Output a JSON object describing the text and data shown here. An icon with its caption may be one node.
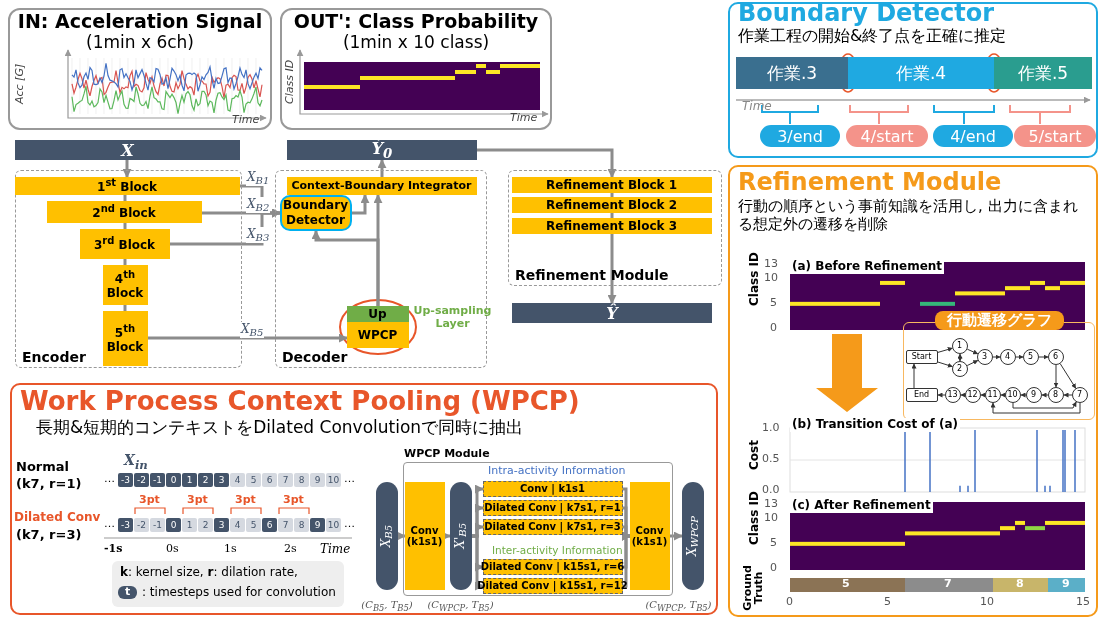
{
  "diagram": {
    "nodes": [
      {
        "text": [
          "IN: Acceleration Signal",
          "(1min x 6ch)"
        ]
      },
      {
        "text": [
          "OUT': Class Probability",
          "(1min x 10 class)"
        ]
      },
      {
        "text": [
          "X"
        ]
      },
      {
        "text": [
          "Encoder"
        ]
      },
      {
        "text": [
          "1$^{st}$ Block"
        ],
        "in": 3
      },
      {
        "text": [
          "2$^{nd}$ Block"
        ],
        "in": 3
      },
      {
        "text": [
          "3$^{rd}$ Block"
        ],
        "in": 3
      },
      {
        "text": [
          "4$^{th}$ Block"
        ],
        "in": 3
      },
      {
        "text": [
          "5$^{th}$ Block"
        ],
        "in": 3
      },
      {
        "text": [
          "Decoder"
        ]
      },
      {
        "text": [
          "Context-Boundary Integrator"
        ],
        "in": 9
      },
      {
        "text": [
          "Boundary Detector"
        ],
        "in": 9
      },
      {
        "text": [
          "Up"
        ],
        "in": 9,
        "beside": [
          "Up-sampling Layer"
        ]
      },
      {
        "text": [
          "WPCP"
        ],
        "in": 9
      },
      {
        "text": [
          "Ý$_{0}$"
        ]
      },
      {
        "text": [
          "Refinement Module"
        ]
      },
      {
        "text": [
          "Refinement Block 1"
        ],
        "in": 15
      },
      {
        "text": [
          "Refinement Block 2"
        ],
        "in": 15
      },
      {
        "text": [
          "Refinement Block 3"
        ],
        "in": 15
      },
      {
        "text": [
          "Ŷ"
        ]
      },
      {
        "text": [
          "Work Process Context Pooling (WPCP)",
          "長期&短期的コンテキストをDilated Convolutionで同時に抽出"
        ]
      },
      {
        "text": [
          "WPCP Module"
        ],
        "in": 20
      },
      {
        "text": [
          "X$_{B5}$"
        ],
        "in": 20,
        "beside": [
          "(C$_{B5}$, T$_{B5}$)"
        ]
      },
      {
        "text": [
          "Conv (k1s1)"
        ],
        "in": 21
      },
      {
        "text": [
          "X'$_{B5}$"
        ],
        "in": 21,
        "beside": [
          "(C$_{WPCP}$, T$_{B5}$)"
        ]
      },
      {
        "text": [
          "Conv | k1s1"
        ],
        "in": 21
      },
      {
        "text": [
          "Dilated Conv | k7s1, r=1"
        ],
        "in": 21
      },
      {
        "text": [
          "Dilated Conv | k7s1, r=3"
        ],
        "in": 21
      },
      {
        "text": [
          "Dilated Conv | k15s1, r=6"
        ],
        "in": 21
      },
      {
        "text": [
          "Dilated Conv | k15s1, r=12"
        ],
        "in": 21
      },
      {
        "text": [
          "Conv (k1s1)"
        ],
        "in": 21
      },
      {
        "text": [
          "X$_{WPCP}$"
        ],
        "in": 20,
        "beside": [
          "(C$_{WPCP}$, T$_{B5}$)"
        ]
      },
      {
        "text": [
          "Boundary Detector",
          "作業工程の開始&終了点を正確に推定"
        ]
      },
      {
        "text": [
          "作業.3"
        ],
        "in": 32
      },
      {
        "text": [
          "作業.4"
        ],
        "in": 32
      },
      {
        "text": [
          "作業.5"
        ],
        "in": 32
      },
      {
        "text": [
          "3/end"
        ],
        "in": 32
      },
      {
        "text": [
          "4/start"
        ],
        "in": 32
      },
      {
        "text": [
          "4/end"
        ],
        "in": 32
      },
      {
        "text": [
          "5/start"
        ],
        "in": 32
      },
      {
        "text": [
          "Refinement Module",
          "行動の順序という事前知識を活用し, 出力に含まれる想定外の遷移を削除"
        ]
      },
      {
        "text": [
          "行動遷移グラフ"
        ],
        "in": 40
      },
      {
        "text": [
          "Start"
        ],
        "in": 41
      },
      {
        "text": [
          "1"
        ],
        "in": 41
      },
      {
        "text": [
          "2"
        ],
        "in": 41
      },
      {
        "text": [
          "3"
        ],
        "in": 41
      },
      {
        "text": [
          "4"
        ],
        "in": 41
      },
      {
        "text": [
          "5"
        ],
        "in": 41
      },
      {
        "text": [
          "6"
        ],
        "in": 41
      },
      {
        "text": [
          "7"
        ],
        "in": 41
      },
      {
        "text": [
          "8"
        ],
        "in": 41
      },
      {
        "text": [
          "9"
        ],
        "in": 41
      },
      {
        "text": [
          "10"
        ],
        "in": 41
      },
      {
        "text": [
          "11"
        ],
        "in": 41
      },
      {
        "text": [
          "12"
        ],
        "in": 41
      },
      {
        "text": [
          "13"
        ],
        "in": 41
      },
      {
        "text": [
          "End"
        ],
        "in": 41
      }
    ],
    "edges": [
      {
        "from": 2,
        "to": 4,
        "arrow": "to"
      },
      {
        "from": 4,
        "to": 5,
        "arrow": "none"
      },
      {
        "from": 5,
        "to": 6,
        "arrow": "none"
      },
      {
        "from": 6,
        "to": 7,
        "arrow": "none"
      },
      {
        "from": 7,
        "to": 8,
        "arrow": "none"
      },
      {
        "from": 4,
        "to": 11,
        "arrow": "to",
        "label": "X$_{B1}$"
      },
      {
        "from": 5,
        "to": 11,
        "arrow": "to",
        "label": "X$_{B2}$"
      },
      {
        "from": 6,
        "to": 11,
        "arrow": "to",
        "label": "X$_{B3}$"
      },
      {
        "from": 8,
        "to": 13,
        "arrow": "to",
        "label": "X$_{B5}$"
      },
      {
        "from": 12,
        "to": 11,
        "arrow": "to"
      },
      {
        "from": 12,
        "to": 10,
        "arrow": "to"
      },
      {
        "from": 11,
        "to": 10,
        "arrow": "to"
      },
      {
        "from": 10,
        "to": 14,
        "arrow": "to"
      },
      {
        "from": 14,
        "to": 16,
        "arrow": "to"
      },
      {
        "from": 16,
        "to": 17,
        "arrow": "none"
      },
      {
        "from": 17,
        "to": 18,
        "arrow": "none"
      },
      {
        "from": 18,
        "to": 19,
        "arrow": "to"
      },
      {
        "from": 22,
        "to": 23,
        "arrow": "to"
      },
      {
        "from": 23,
        "to": 24,
        "arrow": "to"
      },
      {
        "from": 24,
        "to": 25,
        "arrow": "to"
      },
      {
        "from": 24,
        "to": 26,
        "arrow": "to"
      },
      {
        "from": 24,
        "to": 27,
        "arrow": "to"
      },
      {
        "from": 24,
        "to": 28,
        "arrow": "to"
      },
      {
        "from": 24,
        "to": 29,
        "arrow": "to"
      },
      {
        "from": 25,
        "to": 30,
        "arrow": "to"
      },
      {
        "from": 26,
        "to": 30,
        "arrow": "to"
      },
      {
        "from": 27,
        "to": 30,
        "arrow": "to"
      },
      {
        "from": 28,
        "to": 30,
        "arrow": "to"
      },
      {
        "from": 29,
        "to": 30,
        "arrow": "to"
      },
      {
        "from": 30,
        "to": 31,
        "arrow": "to"
      },
      {
        "from": 42,
        "to": 43,
        "arrow": "to"
      },
      {
        "from": 42,
        "to": 44,
        "arrow": "to"
      },
      {
        "from": 43,
        "to": 44,
        "arrow": "both"
      },
      {
        "from": 43,
        "to": 45,
        "arrow": "to"
      },
      {
        "from": 44,
        "to": 45,
        "arrow": "to"
      },
      {
        "from": 45,
        "to": 46,
        "arrow": "to"
      },
      {
        "from": 46,
        "to": 47,
        "arrow": "to"
      },
      {
        "from": 47,
        "to": 48,
        "arrow": "to"
      },
      {
        "from": 48,
        "to": 50,
        "arrow": "to"
      },
      {
        "from": 48,
        "to": 49,
        "arrow": "to"
      },
      {
        "from": 49,
        "to": 50,
        "arrow": "to"
      },
      {
        "from": 50,
        "to": 51,
        "arrow": "to"
      },
      {
        "from": 51,
        "to": 52,
        "arrow": "to"
      },
      {
        "from": 52,
        "to": 53,
        "arrow": "to"
      },
      {
        "from": 53,
        "to": 54,
        "arrow": "to"
      },
      {
        "from": 54,
        "to": 55,
        "arrow": "to"
      },
      {
        "from": 55,
        "to": 56,
        "arrow": "to"
      },
      {
        "from": 56,
        "to": 42,
        "arrow": "to"
      },
      {
        "from": 49,
        "to": 53,
        "arrow": "to"
      },
      {
        "from": 52,
        "to": 49,
        "arrow": "to"
      }
    ],
    "labels": [
      "Acc [G]",
      "Time",
      "Class ID",
      "Time",
      "Normal",
      "(k7, r=1)",
      "X$_{in}$",
      "…",
      "-3",
      "-2",
      "-1",
      "0",
      "1",
      "2",
      "3",
      "4",
      "5",
      "6",
      "7",
      "8",
      "9",
      "10",
      "…",
      "3pt",
      "3pt",
      "3pt",
      "3pt",
      "Dilated Conv",
      "(k7, r=3)",
      "…",
      "-3",
      "-2",
      "-1",
      "0",
      "1",
      "2",
      "3",
      "4",
      "5",
      "6",
      "7",
      "8",
      "9",
      "10",
      "…",
      "-1s",
      "0s",
      "1s",
      "2s",
      "Time",
      "**k**: kernel size, **r**: dilation rate,",
      "t",
      ": timesteps used  for convolution",
      "Intra-activity Information",
      "Inter-activity Information",
      "Time",
      "(a) Before Refinement",
      "Class ID",
      "13",
      "10",
      "5",
      "0",
      "(b) Transition Cost of (a)",
      "Cost",
      "1.0",
      "0.5",
      "0.0",
      "(c) After Refinement",
      "Class ID",
      "13",
      "10",
      "5",
      "0",
      "Ground Truth",
      "5",
      "7",
      "8",
      "9",
      "0",
      "5",
      "10",
      "15"
    ]
  }
}
